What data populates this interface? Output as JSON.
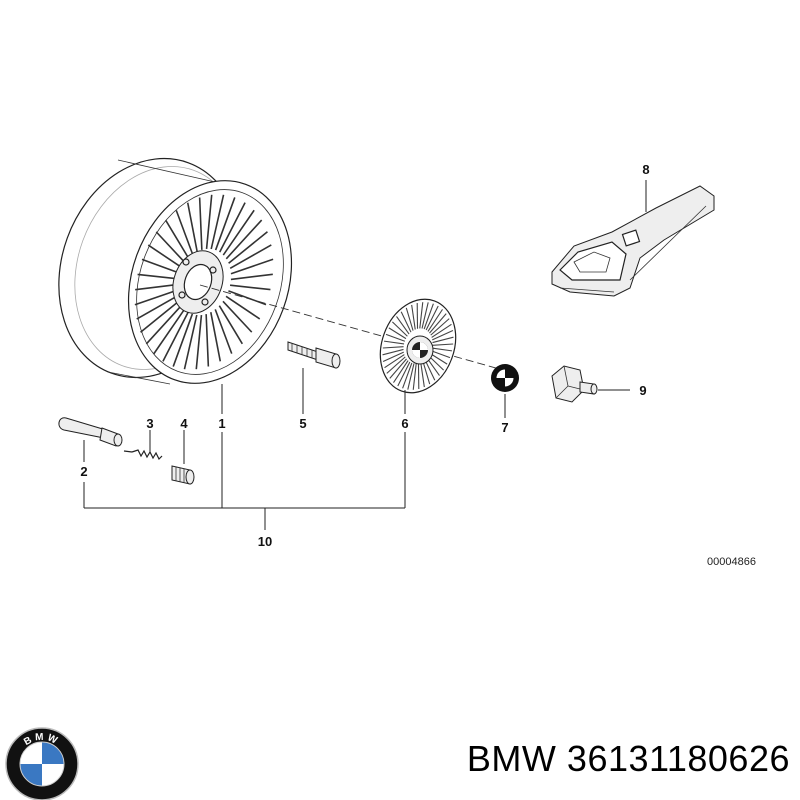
{
  "diagram": {
    "callouts": [
      {
        "id": "1",
        "label": "1"
      },
      {
        "id": "2",
        "label": "2"
      },
      {
        "id": "3",
        "label": "3"
      },
      {
        "id": "4",
        "label": "4"
      },
      {
        "id": "5",
        "label": "5"
      },
      {
        "id": "6",
        "label": "6"
      },
      {
        "id": "7",
        "label": "7"
      },
      {
        "id": "8",
        "label": "8"
      },
      {
        "id": "9",
        "label": "9"
      },
      {
        "id": "10",
        "label": "10"
      }
    ],
    "drawing_code": "00004866"
  },
  "part": {
    "brand": "BMW",
    "number": "36131180626"
  },
  "logo": {
    "lettering": "BMW",
    "colors": {
      "ring": "#111111",
      "blue": "#3a78c2",
      "white": "#ffffff"
    }
  }
}
